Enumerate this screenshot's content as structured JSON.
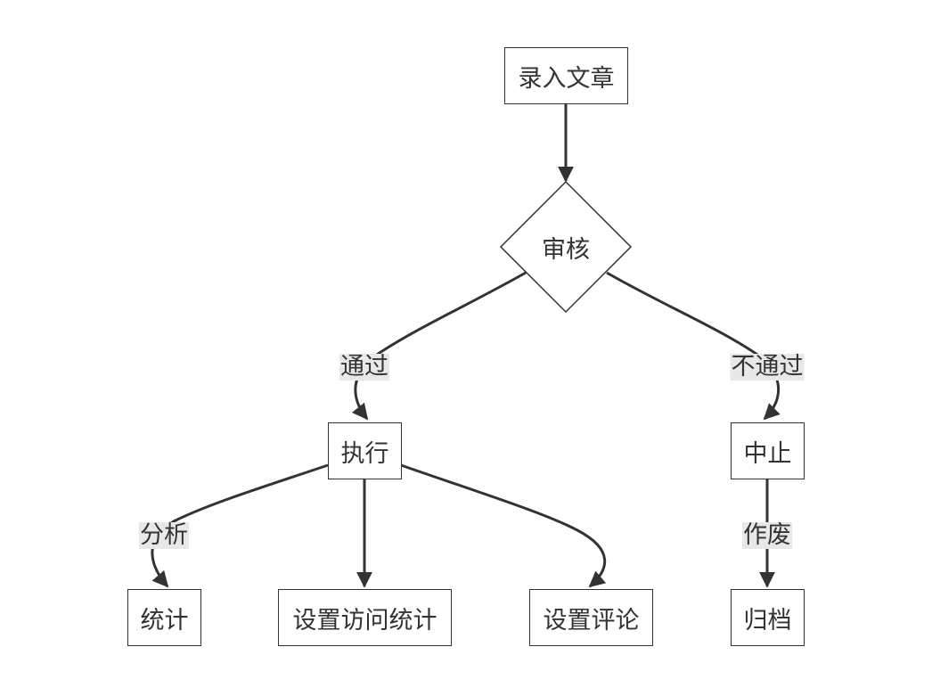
{
  "nodes": {
    "entry": "录入文章",
    "review": "审核",
    "execute": "执行",
    "abort": "中止",
    "stats": "统计",
    "visit_stats": "设置访问统计",
    "comments": "设置评论",
    "archive": "归档"
  },
  "edge_labels": {
    "pass": "通过",
    "fail": "不通过",
    "analyze": "分析",
    "void": "作废"
  },
  "colors": {
    "stroke": "#333333",
    "label_bg": "#e8e8e8",
    "background": "#ffffff"
  }
}
